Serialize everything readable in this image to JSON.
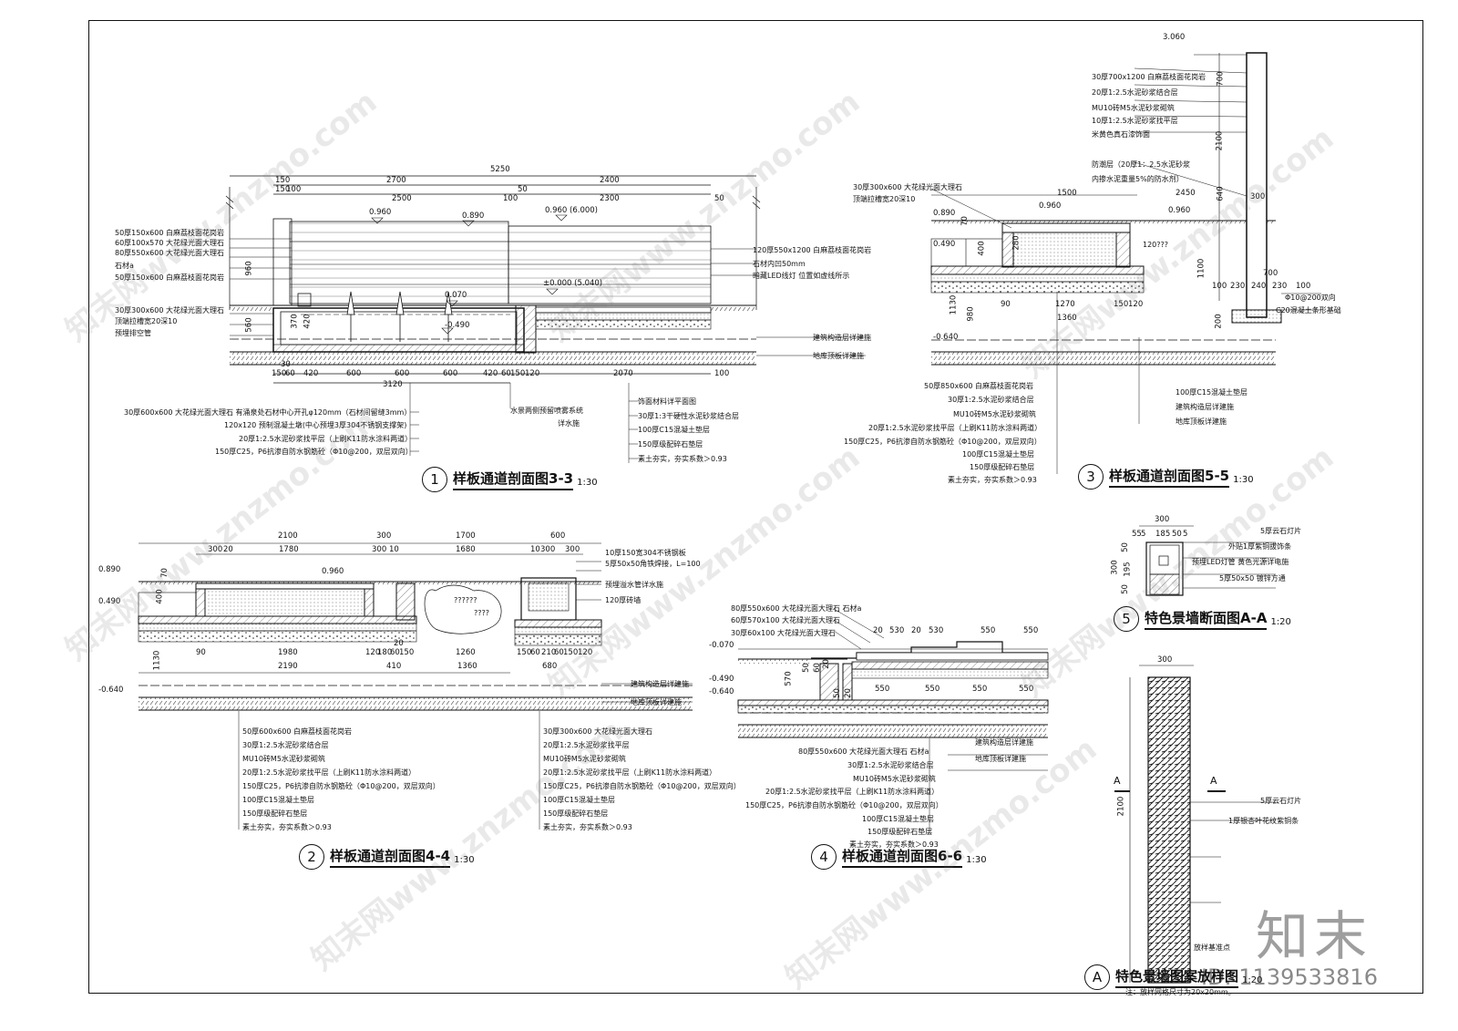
{
  "sec33": {
    "circle": "1",
    "title": "样板通道剖面图3-3",
    "scale": "1:30",
    "dims_top": [
      "5250",
      "150",
      "2700",
      "2400",
      "150",
      "100",
      "2500",
      "100",
      "50",
      "2300",
      "50"
    ],
    "levels": [
      "0.960",
      "0.890",
      "0.960 (6.000)",
      "0.070",
      "±0.000 (5.040)",
      "-0.490",
      "0.960"
    ],
    "left_labels": [
      "50厚150x600 白麻荔枝面花岗岩",
      "60厚100x570 大花绿光面大理石",
      "80厚550x600 大花绿光面大理石",
      "石材a",
      "50厚150x600 白麻荔枝面花岗岩",
      "30厚300x600 大花绿光面大理石",
      "顶端拉槽宽20深10",
      "预埋排空管"
    ],
    "right_labels": [
      "120厚550x1200 白麻荔枝面花岗岩",
      "石材内凹50mm",
      "暗藏LED线灯 位置如虚线所示",
      "建筑构造层详建施",
      "地库顶板详建施"
    ],
    "dims_left": [
      "960",
      "560",
      "370",
      "420"
    ],
    "dims_bottom": [
      "30",
      "150",
      "60",
      "420",
      "600",
      "600",
      "600",
      "420",
      "60",
      "150",
      "120",
      "2070",
      "100",
      "3120"
    ],
    "bottom_labels": [
      "30厚600x600 大花绿光面大理石 有涌泉处石材中心开孔φ120mm（石材间留缝3mm）",
      "120x120 预制混凝土墩(中心预埋3厚304不锈钢支撑架)",
      "20厚1:2.5水泥砂浆找平层（上刷K11防水涂料两道）",
      "150厚C25，P6抗渗自防水钢筋砼（Φ10@200，双层双向）"
    ],
    "mid_labels": [
      "水景两侧预留喷雾系统",
      "详水施"
    ],
    "fr_labels": [
      "饰面材料详平面图",
      "30厚1:3干硬性水泥砂浆结合层",
      "100厚C15混凝土垫层",
      "150厚级配碎石垫层",
      "素土夯实，夯实系数＞0.93"
    ]
  },
  "sec55": {
    "circle": "3",
    "title": "样板通道剖面图5-5",
    "scale": "1:30",
    "top_labels": [
      "30厚300x600 大花绿光面大理石",
      "顶端拉槽宽20深10"
    ],
    "levels": [
      "0.890",
      "0.960",
      "0.490",
      "-0.640",
      "3.060",
      "0.960"
    ],
    "dims": [
      "1500",
      "2450",
      "70",
      "400",
      "280",
      "120???",
      "1130",
      "980",
      "90",
      "1270",
      "150",
      "120",
      "1360",
      "700",
      "2100",
      "640",
      "1100",
      "300",
      "100",
      "230",
      "240",
      "230",
      "100",
      "700",
      "200"
    ],
    "wall_labels": [
      "30厚700x1200 白麻荔枝面花岗岩",
      "20厚1:2.5水泥砂浆结合层",
      "MU10砖M5水泥砂浆砌筑",
      "10厚1:2.5水泥砂浆找平层",
      "米黄色真石漆饰面",
      "防潮层（20厚1：2.5水泥砂浆",
      "内掺水泥重量5%的防水剂）"
    ],
    "found_labels": [
      "Φ10@200双向",
      "C20混凝土条形基础"
    ],
    "bottom_labels": [
      "50厚850x600 白麻荔枝面花岗岩",
      "30厚1:2.5水泥砂浆结合层",
      "MU10砖M5水泥砂浆砌筑",
      "20厚1:2.5水泥砂浆找平层（上刷K11防水涂料两道）",
      "150厚C25，P6抗渗自防水钢筋砼（Φ10@200，双层双向）",
      "100厚C15混凝土垫层",
      "150厚级配碎石垫层",
      "素土夯实，夯实系数＞0.93"
    ],
    "right_labels": [
      "100厚C15混凝土垫层",
      "建筑构造层详建施",
      "地库顶板详建施"
    ]
  },
  "sec44": {
    "circle": "2",
    "title": "样板通道剖面图4-4",
    "scale": "1:30",
    "dims_top": [
      "2100",
      "300",
      "1700",
      "600",
      "300",
      "20",
      "1780",
      "300",
      "10",
      "1680",
      "10",
      "300",
      "300"
    ],
    "levels": [
      "0.890",
      "0.490",
      "0.960",
      "-0.640"
    ],
    "cloud": [
      "??????",
      "????"
    ],
    "right_top": [
      "10厚150宽304不锈钢板",
      "5厚50x50角铁焊接，L=100",
      "预埋溢水管详水施",
      "120厚砖墙"
    ],
    "dims_bottom": [
      "90",
      "1980",
      "120",
      "180",
      "60",
      "150",
      "20",
      "1260",
      "150",
      "60",
      "210",
      "60",
      "150",
      "120",
      "2190",
      "410",
      "1360",
      "680",
      "1130",
      "70",
      "400"
    ],
    "right_labels": [
      "建筑构造层详建施",
      "地库顶板详建施"
    ],
    "left_labels": [
      "50厚600x600 白麻荔枝面花岗岩",
      "30厚1:2.5水泥砂浆结合层",
      "MU10砖M5水泥砂浆砌筑",
      "20厚1:2.5水泥砂浆找平层（上刷K11防水涂料两道）",
      "150厚C25，P6抗渗自防水钢筋砼（Φ10@200，双层双向）",
      "100厚C15混凝土垫层",
      "150厚级配碎石垫层",
      "素土夯实，夯实系数＞0.93"
    ],
    "mid_labels": [
      "30厚300x600 大花绿光面大理石",
      "20厚1:2.5水泥砂浆找平层",
      "MU10砖M5水泥砂浆砌筑",
      "20厚1:2.5水泥砂浆找平层（上刷K11防水涂料两道）",
      "150厚C25，P6抗渗自防水钢筋砼（Φ10@200，双层双向）",
      "100厚C15混凝土垫层",
      "150厚级配碎石垫层",
      "素土夯实，夯实系数＞0.93"
    ]
  },
  "sec66": {
    "circle": "4",
    "title": "样板通道剖面图6-6",
    "scale": "1:30",
    "top_labels": [
      "80厚550x600 大花绿光面大理石 石材a",
      "60厚570x100 大花绿光面大理石",
      "30厚60x100 大花绿光面大理石"
    ],
    "dims_top": [
      "20",
      "530",
      "20",
      "530",
      "550",
      "550"
    ],
    "levels": [
      "-0.070",
      "-0.490",
      "-0.640"
    ],
    "dims": [
      "570",
      "50",
      "60",
      "20",
      "50",
      "20",
      "550",
      "550",
      "550",
      "550"
    ],
    "right_labels": [
      "建筑构造层详建施",
      "地库顶板详建施"
    ],
    "bottom_labels": [
      "80厚550x600 大花绿光面大理石 石材a",
      "30厚1:2.5水泥砂浆结合层",
      "MU10砖M5水泥砂浆砌筑",
      "20厚1:2.5水泥砂浆找平层（上刷K11防水涂料两道）",
      "150厚C25，P6抗渗自防水钢筋砼（Φ10@200，双层双向）",
      "100厚C15混凝土垫层",
      "150厚级配碎石垫层",
      "素土夯实，夯实系数＞0.93"
    ]
  },
  "secAA": {
    "circle": "5",
    "title": "特色景墙断面图A-A",
    "scale": "1:20",
    "dims": [
      "300",
      "55",
      "5",
      "185",
      "50",
      "5",
      "300",
      "50",
      "195",
      "50"
    ],
    "labels": [
      "5厚云石灯片",
      "外贴1厚紫铜拔饰条",
      "预埋LED灯管 黄色光源详电施",
      "5厚50x50 镀锌方通"
    ]
  },
  "secA": {
    "circle": "A",
    "title": "特色景墙图案放样图",
    "scale": "1:20",
    "note": "注：放样网格尺寸为20x20mm。",
    "dims": [
      "300",
      "2100"
    ],
    "section_marks": [
      "A",
      "A"
    ],
    "labels": [
      "5厚云石灯片",
      "1厚银杏叶花纹紫铜条",
      "放样基准点"
    ]
  },
  "watermark": {
    "text": "知末网www.znzmo.com",
    "logo": "知末",
    "id": "ID: 1139533816"
  }
}
